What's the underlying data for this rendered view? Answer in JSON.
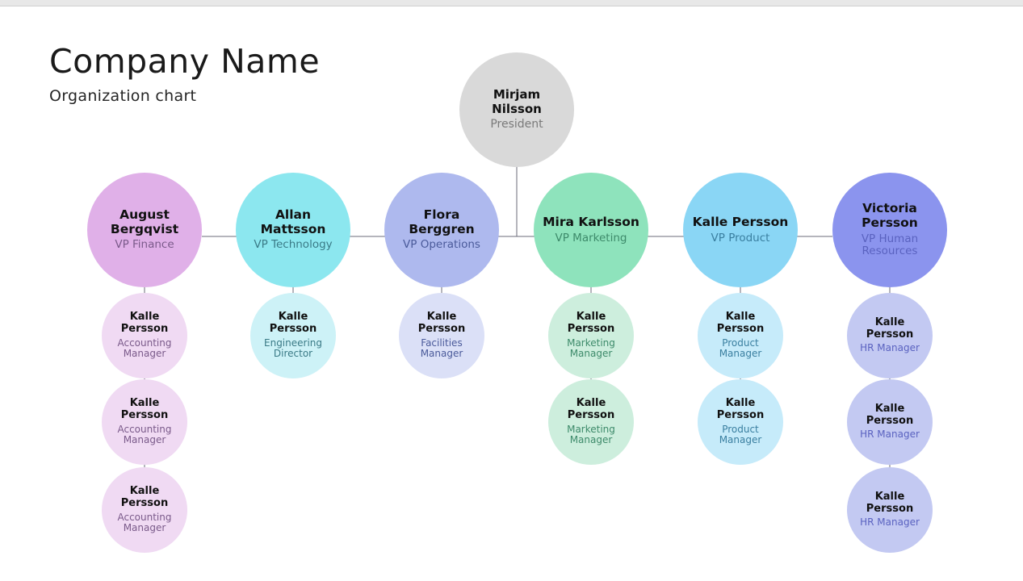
{
  "header": {
    "title": "Company Name",
    "subtitle": "Organization chart"
  },
  "colors": {
    "line": "#6b6b78",
    "president_fill": "#d9d9d9",
    "president_role_text": "#7a7a7a",
    "finance_fill": "#e0b0e8",
    "finance_child_fill": "#f0daf3",
    "finance_role_text": "#7a5a8a",
    "technology_fill": "#8ce7ef",
    "technology_child_fill": "#cdf2f7",
    "technology_role_text": "#3a7a86",
    "operations_fill": "#aeb9ee",
    "operations_child_fill": "#dbe0f7",
    "operations_role_text": "#4a5a9a",
    "marketing_fill": "#8ee3bc",
    "marketing_child_fill": "#cdeedd",
    "marketing_role_text": "#3d8a6a",
    "product_fill": "#8ad6f5",
    "product_child_fill": "#c6ebfa",
    "product_role_text": "#3a7fa0",
    "hr_fill": "#8b94ee",
    "hr_child_fill": "#c3c9f2",
    "hr_role_text": "#5a62c0"
  },
  "president": {
    "name": "Mirjam Nilsson",
    "name_lines": [
      "Mirjam",
      "Nilsson"
    ],
    "role": "President"
  },
  "departments": [
    {
      "key": "finance",
      "lead": {
        "name_lines": [
          "August",
          "Bergqvist"
        ],
        "role_lines": [
          "VP Finance"
        ]
      },
      "reports": [
        {
          "name_lines": [
            "Kalle",
            "Persson"
          ],
          "role_lines": [
            "Accounting",
            "Manager"
          ]
        },
        {
          "name_lines": [
            "Kalle",
            "Persson"
          ],
          "role_lines": [
            "Accounting",
            "Manager"
          ]
        },
        {
          "name_lines": [
            "Kalle",
            "Persson"
          ],
          "role_lines": [
            "Accounting",
            "Manager"
          ]
        }
      ]
    },
    {
      "key": "technology",
      "lead": {
        "name_lines": [
          "Allan",
          "Mattsson"
        ],
        "role_lines": [
          "VP Technology"
        ]
      },
      "reports": [
        {
          "name_lines": [
            "Kalle",
            "Persson"
          ],
          "role_lines": [
            "Engineering",
            "Director"
          ]
        }
      ]
    },
    {
      "key": "operations",
      "lead": {
        "name_lines": [
          "Flora",
          "Berggren"
        ],
        "role_lines": [
          "VP Operations"
        ]
      },
      "reports": [
        {
          "name_lines": [
            "Kalle",
            "Persson"
          ],
          "role_lines": [
            "Facilities",
            "Manager"
          ]
        }
      ]
    },
    {
      "key": "marketing",
      "lead": {
        "name_lines": [
          "Mira Karlsson"
        ],
        "role_lines": [
          "VP Marketing"
        ]
      },
      "reports": [
        {
          "name_lines": [
            "Kalle",
            "Persson"
          ],
          "role_lines": [
            "Marketing",
            "Manager"
          ]
        },
        {
          "name_lines": [
            "Kalle",
            "Persson"
          ],
          "role_lines": [
            "Marketing",
            "Manager"
          ]
        }
      ]
    },
    {
      "key": "product",
      "lead": {
        "name_lines": [
          "Kalle Persson"
        ],
        "role_lines": [
          "VP Product"
        ]
      },
      "reports": [
        {
          "name_lines": [
            "Kalle",
            "Persson"
          ],
          "role_lines": [
            "Product",
            "Manager"
          ]
        },
        {
          "name_lines": [
            "Kalle",
            "Persson"
          ],
          "role_lines": [
            "Product",
            "Manager"
          ]
        }
      ]
    },
    {
      "key": "hr",
      "lead": {
        "name_lines": [
          "Victoria",
          "Persson"
        ],
        "role_lines": [
          "VP Human",
          "Resources"
        ]
      },
      "reports": [
        {
          "name_lines": [
            "Kalle",
            "Persson"
          ],
          "role_lines": [
            "HR Manager"
          ]
        },
        {
          "name_lines": [
            "Kalle",
            "Persson"
          ],
          "role_lines": [
            "HR Manager"
          ]
        },
        {
          "name_lines": [
            "Kalle",
            "Persson"
          ],
          "role_lines": [
            "HR Manager"
          ]
        }
      ]
    }
  ]
}
